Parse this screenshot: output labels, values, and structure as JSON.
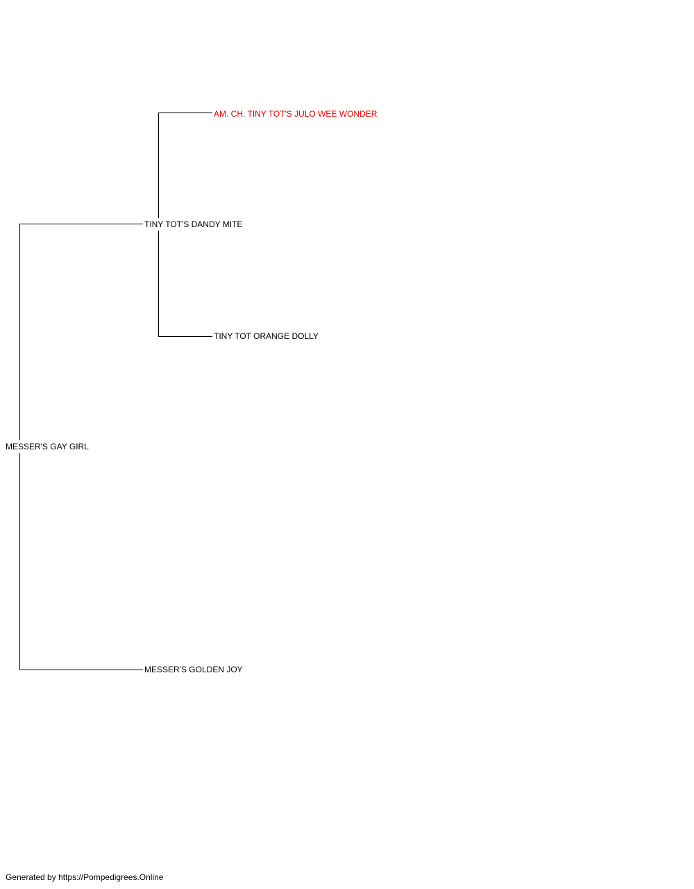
{
  "pedigree": {
    "subject": "MESSER'S GAY GIRL",
    "sire": "TINY TOT'S DANDY MITE",
    "dam": "MESSER'S GOLDEN JOY",
    "sire_sire": "AM. CH. TINY TOT'S JULO WEE WONDER",
    "sire_dam": "TINY TOT ORANGE DOLLY"
  },
  "colors": {
    "champion": "#e00000",
    "default": "#000000"
  },
  "footer": {
    "text": "Generated by https://Pompedigrees.Online"
  }
}
